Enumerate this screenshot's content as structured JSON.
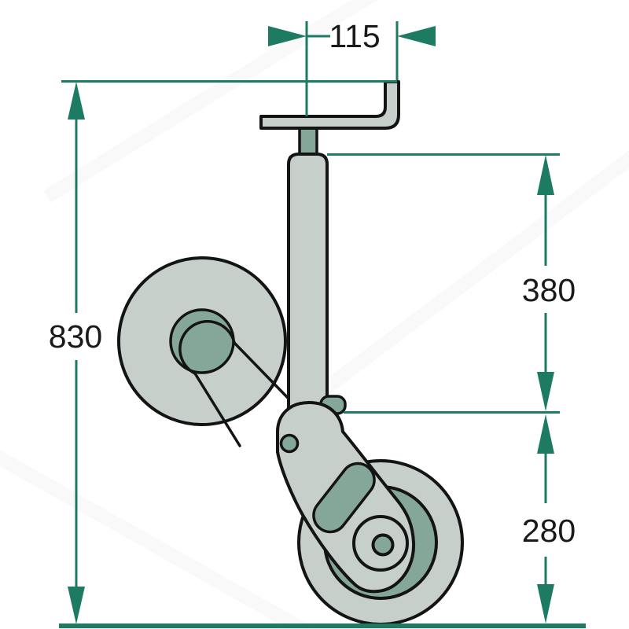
{
  "diagram": {
    "subject": "jockey-wheel-dimension-drawing",
    "dimensions": {
      "top_width": {
        "value": "115"
      },
      "overall_height": {
        "value": "830"
      },
      "upper_height": {
        "value": "380"
      },
      "lower_height": {
        "value": "280"
      }
    }
  },
  "colors": {
    "dimension_teal": "#1d7a63",
    "part_fill_light": "#c6cfc9",
    "part_fill_dark": "#85a79a",
    "outline": "#141414",
    "text": "#1a1a1a",
    "background": "#ffffff"
  }
}
